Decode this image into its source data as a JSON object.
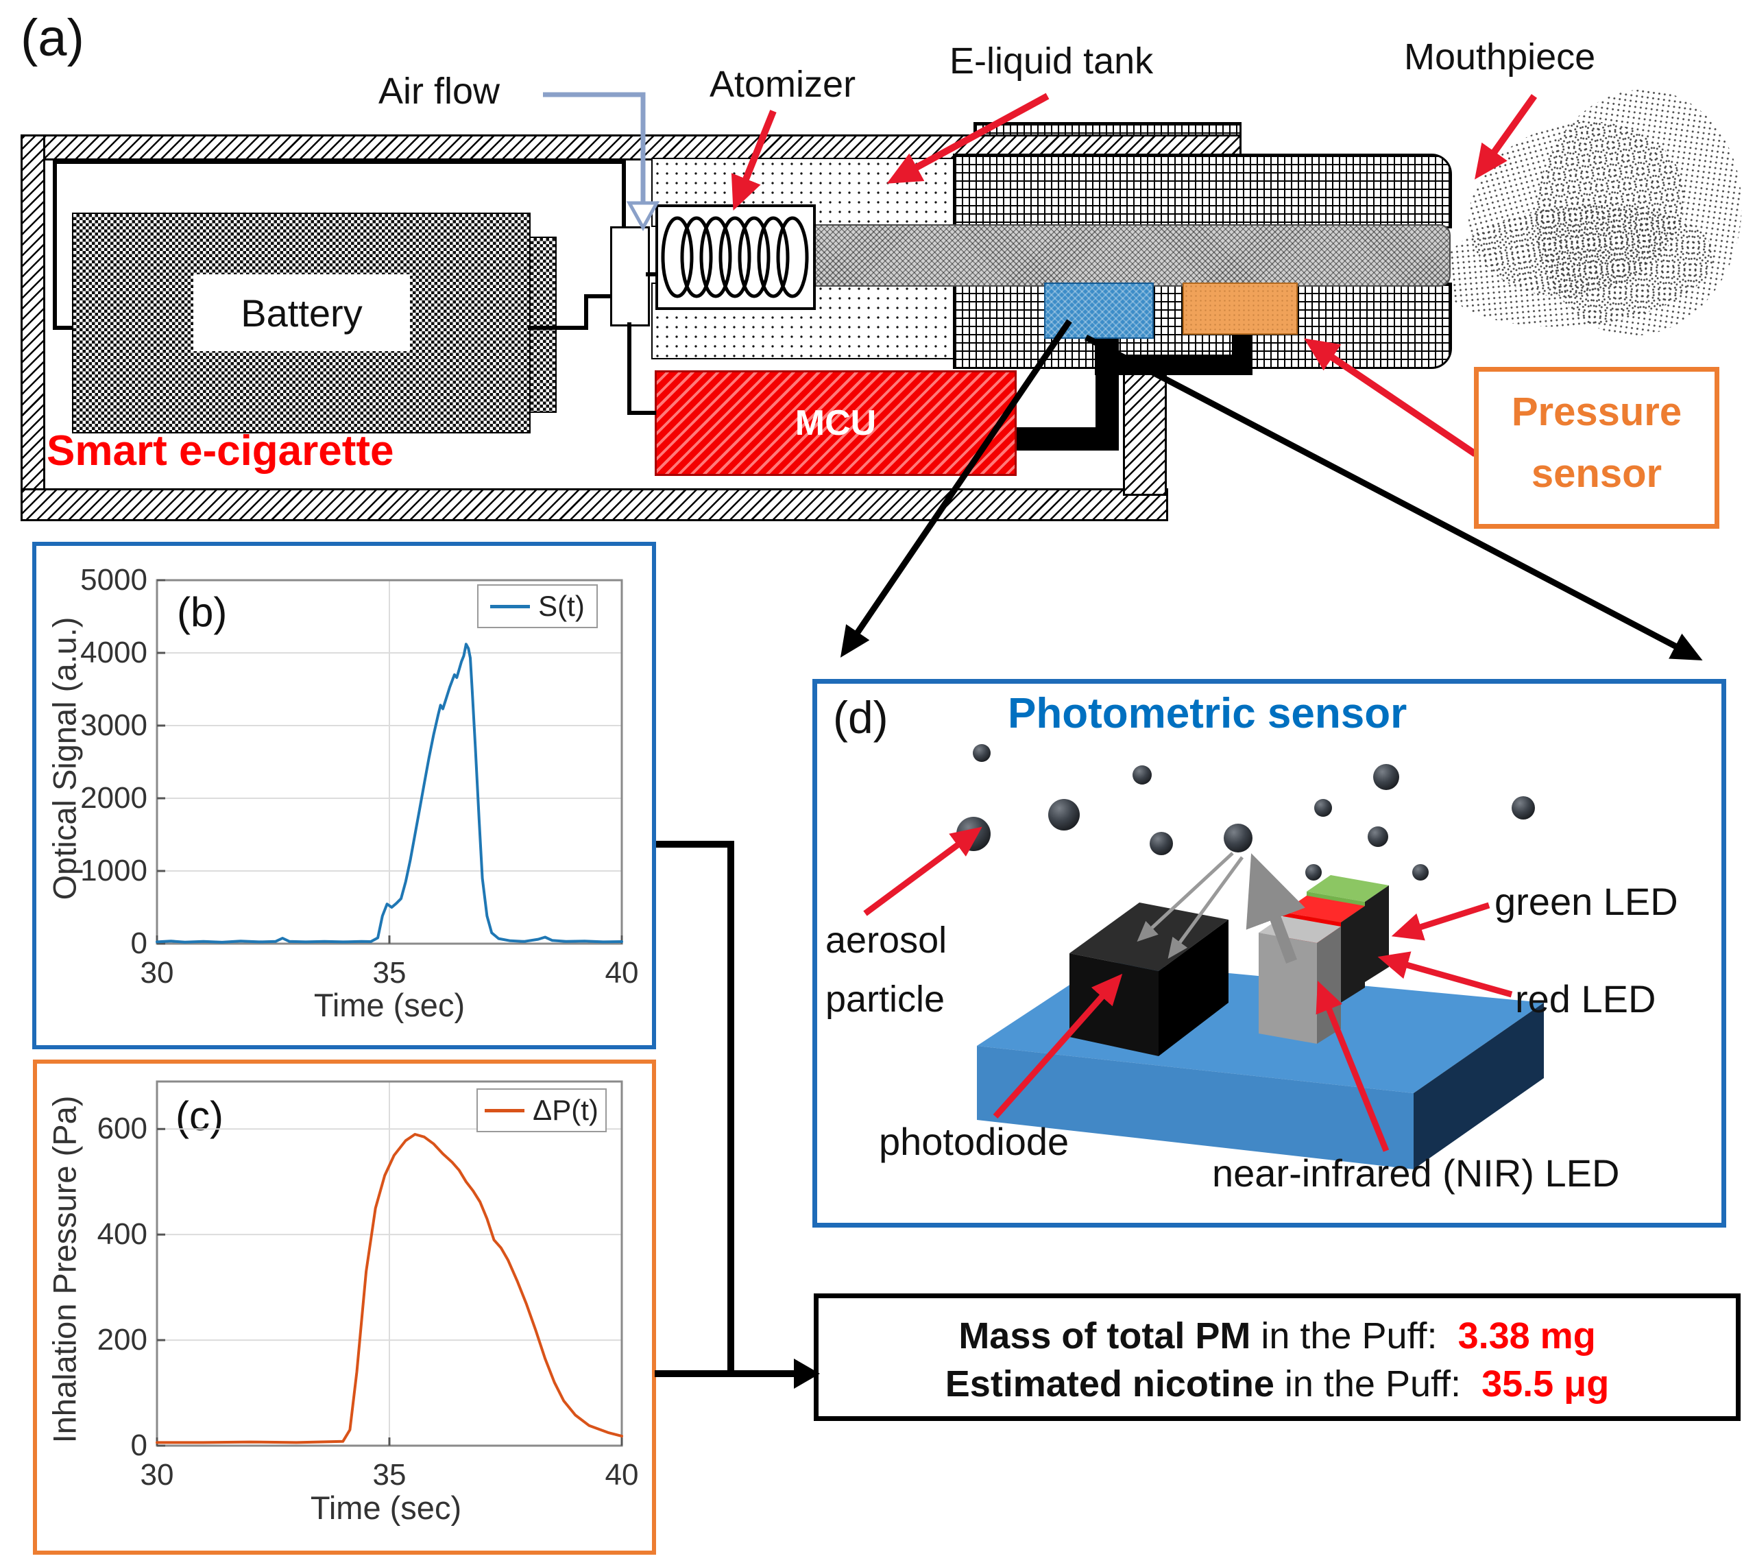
{
  "schematic": {
    "panel_label": "(a)",
    "air_flow": "Air flow",
    "atomizer": "Atomizer",
    "e_liquid_tank": "E-liquid tank",
    "mouthpiece": "Mouthpiece",
    "battery": "Battery",
    "mcu": "MCU",
    "device_name": "Smart e-cigarette",
    "pressure_sensor_line1": "Pressure",
    "pressure_sensor_line2": "sensor"
  },
  "photometric": {
    "panel_label": "(d)",
    "title": "Photometric sensor",
    "aerosol_line1": "aerosol",
    "aerosol_line2": "particle",
    "photodiode": "photodiode",
    "nir_led": "near-infrared (NIR) LED",
    "red_led": "red LED",
    "green_led": "green LED"
  },
  "results": {
    "line1_bold": "Mass of total PM",
    "line1_mid": " in the Puff:",
    "line1_value": "3.38 mg",
    "line2_bold": "Estimated nicotine",
    "line2_mid": " in the Puff:",
    "line2_value": "35.5 μg"
  },
  "colors": {
    "panel_border_blue": "#1e6bb8",
    "title_blue": "#0070c0",
    "accent_orange": "#ED7D31",
    "accent_red": "#ff0000",
    "line_blue": "#1f77b4",
    "line_orange": "#d95319"
  },
  "chart_data": [
    {
      "id": "b",
      "type": "line",
      "panel_label": "(b)",
      "legend": "S(t)",
      "xlabel": "Time (sec)",
      "ylabel": "Optical Signal (a.u.)",
      "xlim": [
        30,
        40
      ],
      "ylim": [
        0,
        5000
      ],
      "xticks": [
        30,
        35,
        40
      ],
      "yticks": [
        0,
        1000,
        2000,
        3000,
        4000,
        5000
      ],
      "grid": true,
      "legend_position": "top-right",
      "line_color": "#1f77b4",
      "series": [
        {
          "name": "S(t)",
          "points": [
            [
              30,
              25
            ],
            [
              30.3,
              35
            ],
            [
              30.6,
              22
            ],
            [
              31,
              30
            ],
            [
              31.4,
              20
            ],
            [
              31.8,
              35
            ],
            [
              32.2,
              25
            ],
            [
              32.55,
              30
            ],
            [
              32.7,
              75
            ],
            [
              32.85,
              30
            ],
            [
              33.2,
              25
            ],
            [
              33.6,
              30
            ],
            [
              34,
              25
            ],
            [
              34.4,
              30
            ],
            [
              34.6,
              28
            ],
            [
              34.75,
              80
            ],
            [
              34.85,
              380
            ],
            [
              34.95,
              545
            ],
            [
              35.05,
              500
            ],
            [
              35.15,
              555
            ],
            [
              35.25,
              620
            ],
            [
              35.35,
              850
            ],
            [
              35.45,
              1150
            ],
            [
              35.55,
              1500
            ],
            [
              35.65,
              1850
            ],
            [
              35.75,
              2200
            ],
            [
              35.85,
              2550
            ],
            [
              35.95,
              2870
            ],
            [
              36.05,
              3150
            ],
            [
              36.1,
              3280
            ],
            [
              36.15,
              3230
            ],
            [
              36.2,
              3330
            ],
            [
              36.3,
              3530
            ],
            [
              36.4,
              3700
            ],
            [
              36.45,
              3660
            ],
            [
              36.55,
              3880
            ],
            [
              36.6,
              3960
            ],
            [
              36.65,
              4120
            ],
            [
              36.7,
              4060
            ],
            [
              36.74,
              3930
            ],
            [
              36.78,
              3500
            ],
            [
              36.85,
              2700
            ],
            [
              36.93,
              1700
            ],
            [
              37,
              900
            ],
            [
              37.1,
              380
            ],
            [
              37.2,
              150
            ],
            [
              37.35,
              70
            ],
            [
              37.6,
              40
            ],
            [
              37.9,
              30
            ],
            [
              38.2,
              60
            ],
            [
              38.35,
              90
            ],
            [
              38.5,
              45
            ],
            [
              38.8,
              30
            ],
            [
              39.2,
              35
            ],
            [
              39.6,
              25
            ],
            [
              40,
              28
            ]
          ]
        }
      ]
    },
    {
      "id": "c",
      "type": "line",
      "panel_label": "(c)",
      "legend": "ΔP(t)",
      "xlabel": "Time (sec)",
      "ylabel": "Inhalation Pressure (Pa)",
      "xlim": [
        30,
        40
      ],
      "ylim": [
        0,
        690
      ],
      "xticks": [
        30,
        35,
        40
      ],
      "yticks": [
        0,
        200,
        400,
        600
      ],
      "grid": true,
      "legend_position": "top-right",
      "line_color": "#d95319",
      "series": [
        {
          "name": "ΔP(t)",
          "points": [
            [
              30,
              6
            ],
            [
              31,
              6
            ],
            [
              32,
              7
            ],
            [
              33,
              6
            ],
            [
              34,
              8
            ],
            [
              34.15,
              30
            ],
            [
              34.3,
              140
            ],
            [
              34.5,
              330
            ],
            [
              34.7,
              450
            ],
            [
              34.9,
              512
            ],
            [
              35.1,
              550
            ],
            [
              35.35,
              578
            ],
            [
              35.55,
              590
            ],
            [
              35.75,
              585
            ],
            [
              35.95,
              572
            ],
            [
              36.15,
              553
            ],
            [
              36.35,
              537
            ],
            [
              36.5,
              522
            ],
            [
              36.65,
              500
            ],
            [
              36.8,
              483
            ],
            [
              36.95,
              462
            ],
            [
              37.1,
              430
            ],
            [
              37.25,
              390
            ],
            [
              37.4,
              375
            ],
            [
              37.55,
              352
            ],
            [
              37.75,
              312
            ],
            [
              37.95,
              268
            ],
            [
              38.15,
              218
            ],
            [
              38.35,
              165
            ],
            [
              38.55,
              120
            ],
            [
              38.75,
              85
            ],
            [
              39,
              58
            ],
            [
              39.3,
              38
            ],
            [
              39.7,
              25
            ],
            [
              40,
              18
            ]
          ]
        }
      ]
    }
  ]
}
